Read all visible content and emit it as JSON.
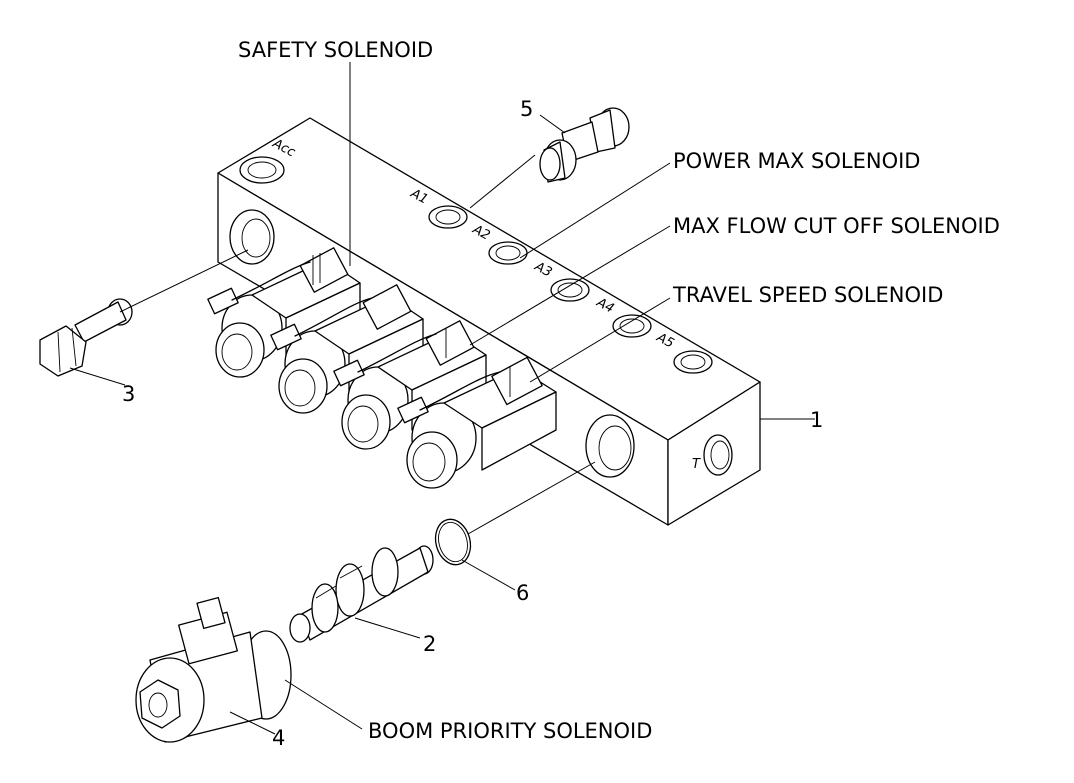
{
  "labels": {
    "safety": "SAFETY SOLENOID",
    "power_max": "POWER MAX SOLENOID",
    "max_flow": "MAX FLOW CUT OFF SOLENOID",
    "travel_speed": "TRAVEL SPEED SOLENOID",
    "boom_priority": "BOOM PRIORITY SOLENOID"
  },
  "part_numbers": {
    "p1": "1",
    "p2": "2",
    "p3": "3",
    "p4": "4",
    "p5": "5",
    "p6": "6"
  },
  "ports": {
    "acc": "Acc",
    "a1": "A1",
    "a2": "A2",
    "a3": "A3",
    "a4": "A4",
    "a5": "A5",
    "t": "T"
  }
}
